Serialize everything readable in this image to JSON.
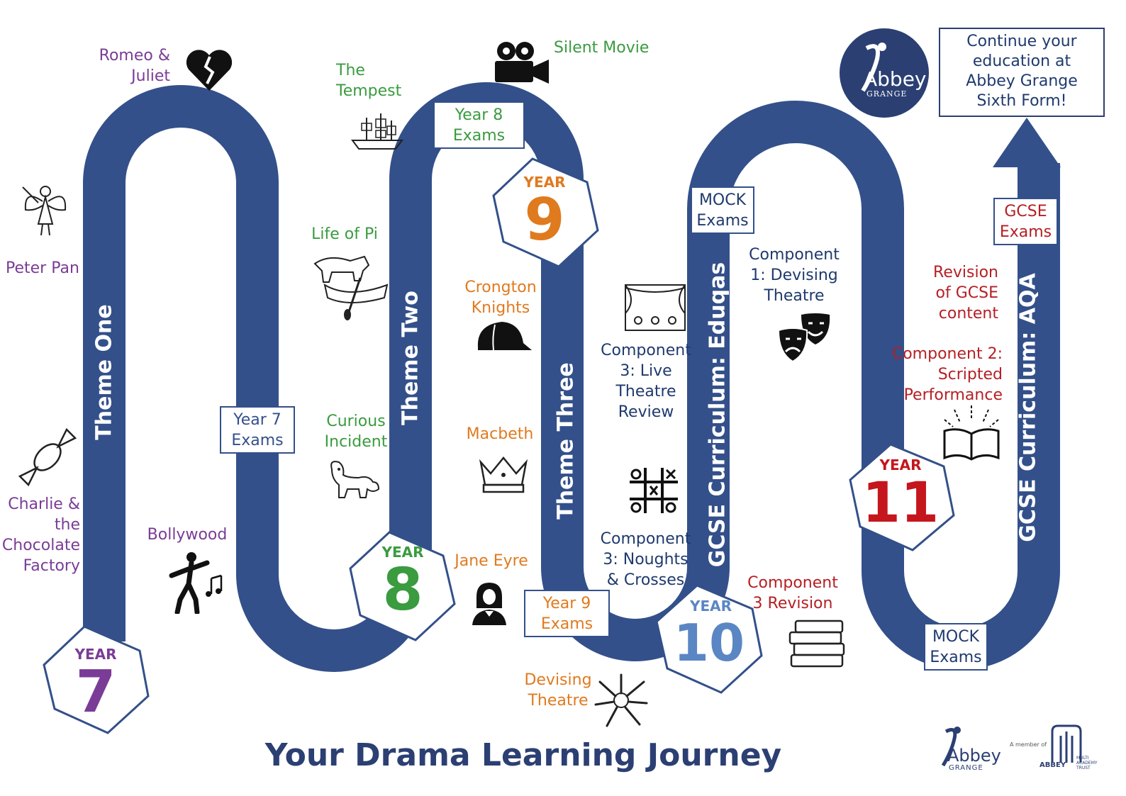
{
  "title": "Your Drama Learning Journey",
  "colors": {
    "path": "#33508a",
    "year7": "#7a3c96",
    "year8": "#3a9b3f",
    "year9": "#e07a1f",
    "year10": "#5b86c4",
    "year11": "#c4161c",
    "navy": "#2b3f73"
  },
  "themes": {
    "one": "Theme One",
    "two": "Theme Two",
    "three": "Theme Three",
    "eduqas": "GCSE Curriculum: Eduqas",
    "aqa": "GCSE Curriculum: AQA"
  },
  "years": {
    "y7": {
      "word": "YEAR",
      "num": "7"
    },
    "y8": {
      "word": "YEAR",
      "num": "8"
    },
    "y9": {
      "word": "YEAR",
      "num": "9"
    },
    "y10": {
      "word": "YEAR",
      "num": "10"
    },
    "y11": {
      "word": "YEAR",
      "num": "11"
    }
  },
  "exams": {
    "year7": [
      "Year 7",
      "Exams"
    ],
    "year8": [
      "Year 8",
      "Exams"
    ],
    "year9": [
      "Year 9",
      "Exams"
    ],
    "mock1": [
      "MOCK",
      "Exams"
    ],
    "mock2": [
      "MOCK",
      "Exams"
    ],
    "gcse": [
      "GCSE",
      "Exams"
    ]
  },
  "topics": {
    "romeo": [
      "Romeo &",
      "Juliet"
    ],
    "peter_pan": [
      "Peter Pan"
    ],
    "charlie": [
      "Charlie &",
      "the",
      "Chocolate",
      "Factory"
    ],
    "bollywood": [
      "Bollywood"
    ],
    "tempest": [
      "The",
      "Tempest"
    ],
    "life_of_pi": [
      "Life of Pi"
    ],
    "curious": [
      "Curious",
      "Incident"
    ],
    "silent_movie": [
      "Silent Movie"
    ],
    "crongton": [
      "Crongton",
      "Knights"
    ],
    "macbeth": [
      "Macbeth"
    ],
    "jane_eyre": [
      "Jane Eyre"
    ],
    "devising": [
      "Devising",
      "Theatre"
    ],
    "comp3_live": [
      "Component",
      "3: Live",
      "Theatre",
      "Review"
    ],
    "comp3_noughts": [
      "Component",
      "3: Noughts",
      "& Crosses"
    ],
    "comp1": [
      "Component",
      "1: Devising",
      "Theatre"
    ],
    "comp3_rev": [
      "Component",
      "3 Revision"
    ],
    "revision_gcse": [
      "Revision",
      "of GCSE",
      "content"
    ],
    "comp2": [
      "Component 2:",
      "Scripted",
      "Performance"
    ]
  },
  "sixth_form": [
    "Continue your",
    "education at",
    "Abbey Grange",
    "Sixth Form!"
  ],
  "logo": {
    "name": "Abbey",
    "sub": "GRANGE"
  },
  "footer_logos": {
    "member": "A member of",
    "abbey": "Abbey",
    "grange": "GRANGE",
    "trust_name": "ABBEY",
    "trust_sub": [
      "MULTI",
      "ACADEMY",
      "TRUST"
    ]
  }
}
